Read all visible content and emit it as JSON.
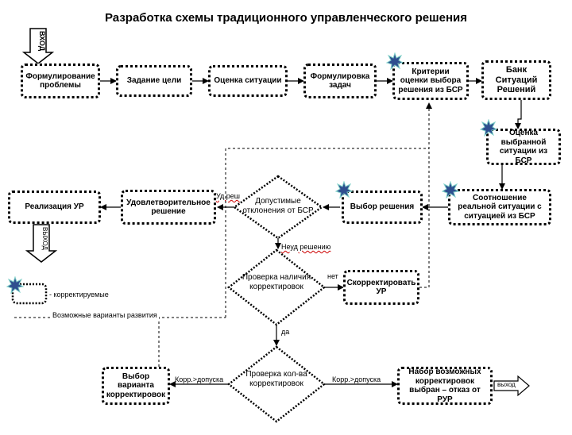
{
  "title": "Разработка схемы традиционного управленческого решения",
  "nodes": {
    "vkhod": "ВХОД",
    "formulirovanie": "Формулирование проблемы",
    "zadanie": "Задание цели",
    "ocenka_situacii": "Оценка ситуации",
    "formulirovka_zadach": "Формулировка задач",
    "kriterii": "Критерии оценки выбора решения из БСР",
    "bank": "Банк Ситуаций Решений",
    "ocenka_vybrannoy": "Оценка выбранной ситуации из БСР",
    "sootnoshenie": "Соотношение реальной ситуации с ситуацией из БСР",
    "vybor_resheniya": "Выбор решения",
    "dopustimye": "Допустимые отклонения от БСР",
    "udovletvoritelnoe": "Удовлетворительное решение",
    "realizaciya": "Реализация УР",
    "vykhod_left": "ВЫХОД",
    "proverka_nalichiya": "Проверка наличия корректировок",
    "skorrektirovat": "Скорректировать УР",
    "proverka_kolva": "Проверка кол-ва корректировок",
    "vybor_varianta": "Выбор варианта корректировок",
    "nabor": "Набор возможных корректировок выбран – отказ от РУР",
    "vykhod_right": "выход"
  },
  "labels": {
    "ud_resh": "Уд.реш",
    "neud_resheniyu": "Неуд решению",
    "net": "нет",
    "da": "да",
    "korr_left": "Корр.>допуска",
    "korr_right": "Корр.>допуска"
  },
  "legend": {
    "korrektiruemye": "- корректируемые",
    "varianty": "Возможные варианты развития"
  }
}
